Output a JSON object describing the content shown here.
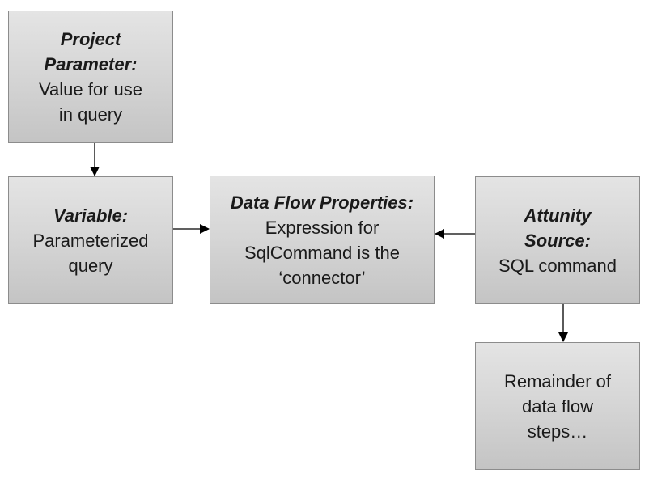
{
  "boxes": {
    "project_parameter": {
      "title_lines": [
        "Project",
        "Parameter:"
      ],
      "body_lines": [
        "Value for use",
        "in query"
      ]
    },
    "variable": {
      "title_lines": [
        "Variable:"
      ],
      "body_lines": [
        "Parameterized",
        "query"
      ]
    },
    "data_flow_properties": {
      "title_lines": [
        "Data Flow Properties:"
      ],
      "body_lines": [
        "Expression for",
        "SqlCommand is the",
        "‘connector’"
      ]
    },
    "attunity_source": {
      "title_lines": [
        "Attunity",
        "Source:"
      ],
      "body_lines": [
        "SQL command"
      ]
    },
    "remainder": {
      "title_lines": [],
      "body_lines": [
        "Remainder of",
        "data flow",
        "steps…"
      ]
    }
  },
  "colors": {
    "box_top": "#e4e4e4",
    "box_bottom": "#c4c4c4",
    "box_border": "#8c8c8c",
    "arrow": "#000000"
  }
}
